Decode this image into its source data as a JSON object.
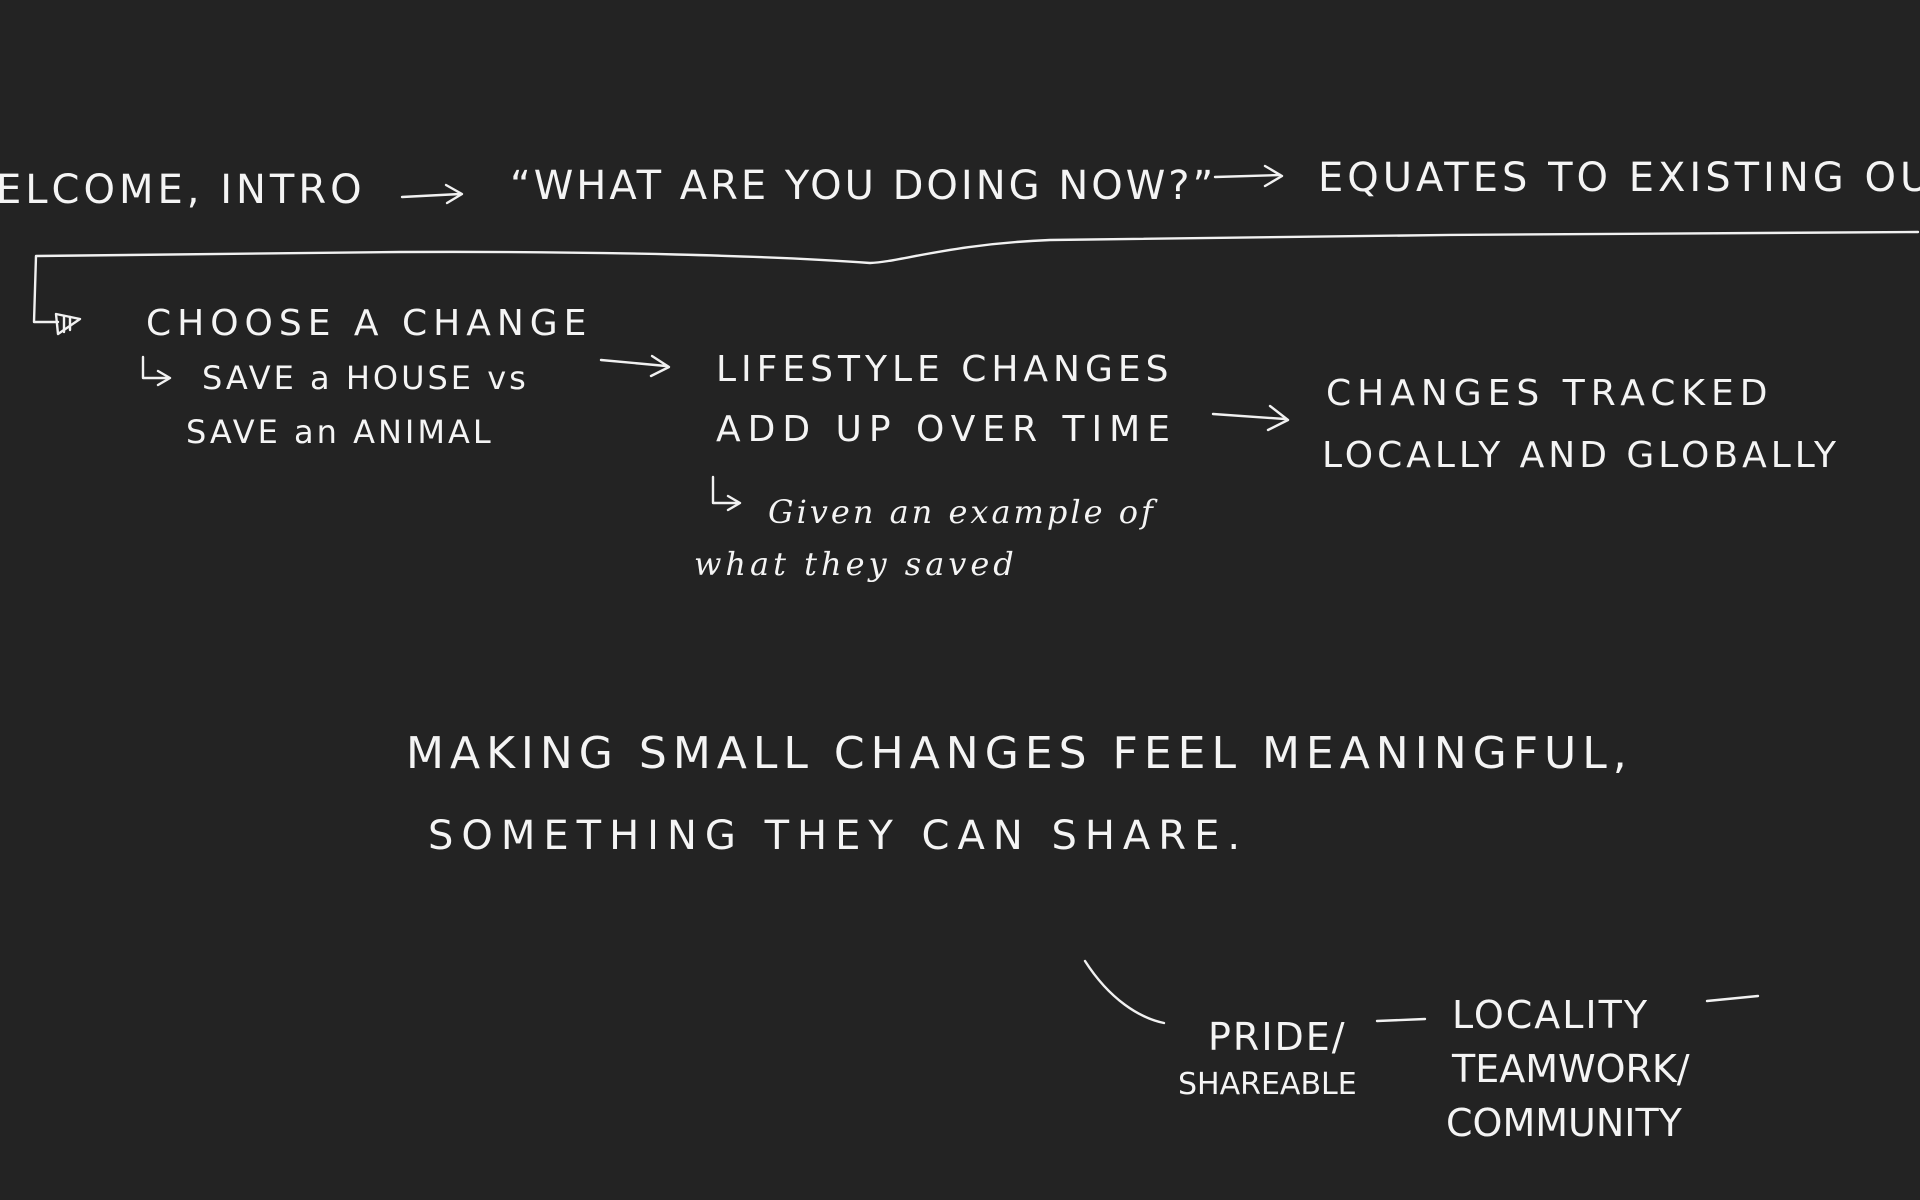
{
  "board": {
    "background": "#232323",
    "ink": "#f4f4f4"
  },
  "row1": {
    "welcome": "ELCOME, INTRO",
    "question": "“WHAT ARE YOU DOING NOW?”",
    "equates": "EQUATES TO EXISTING OUTPU"
  },
  "row2": {
    "choose": "CHOOSE A CHANGE",
    "choose_sub1": "SAVE a HOUSE vs",
    "choose_sub2": "SAVE an ANIMAL",
    "lifestyle1": "LIFESTYLE CHANGES",
    "lifestyle2": "ADD UP OVER TIME",
    "given1": "Given an example of",
    "given2": "what they saved",
    "tracked1": "CHANGES TRACKED",
    "tracked2": "LOCALLY AND GLOBALLY"
  },
  "statement": {
    "line1": "MAKING SMALL CHANGES FEEL MEANINGFUL,",
    "line2": "SOMETHING THEY CAN SHARE."
  },
  "bottom": {
    "pride1": "PRIDE/",
    "pride2": "SHAREABLE",
    "locality1": "LOCALITY",
    "locality2": "TEAMWORK/",
    "locality3": "COMMUNITY"
  }
}
